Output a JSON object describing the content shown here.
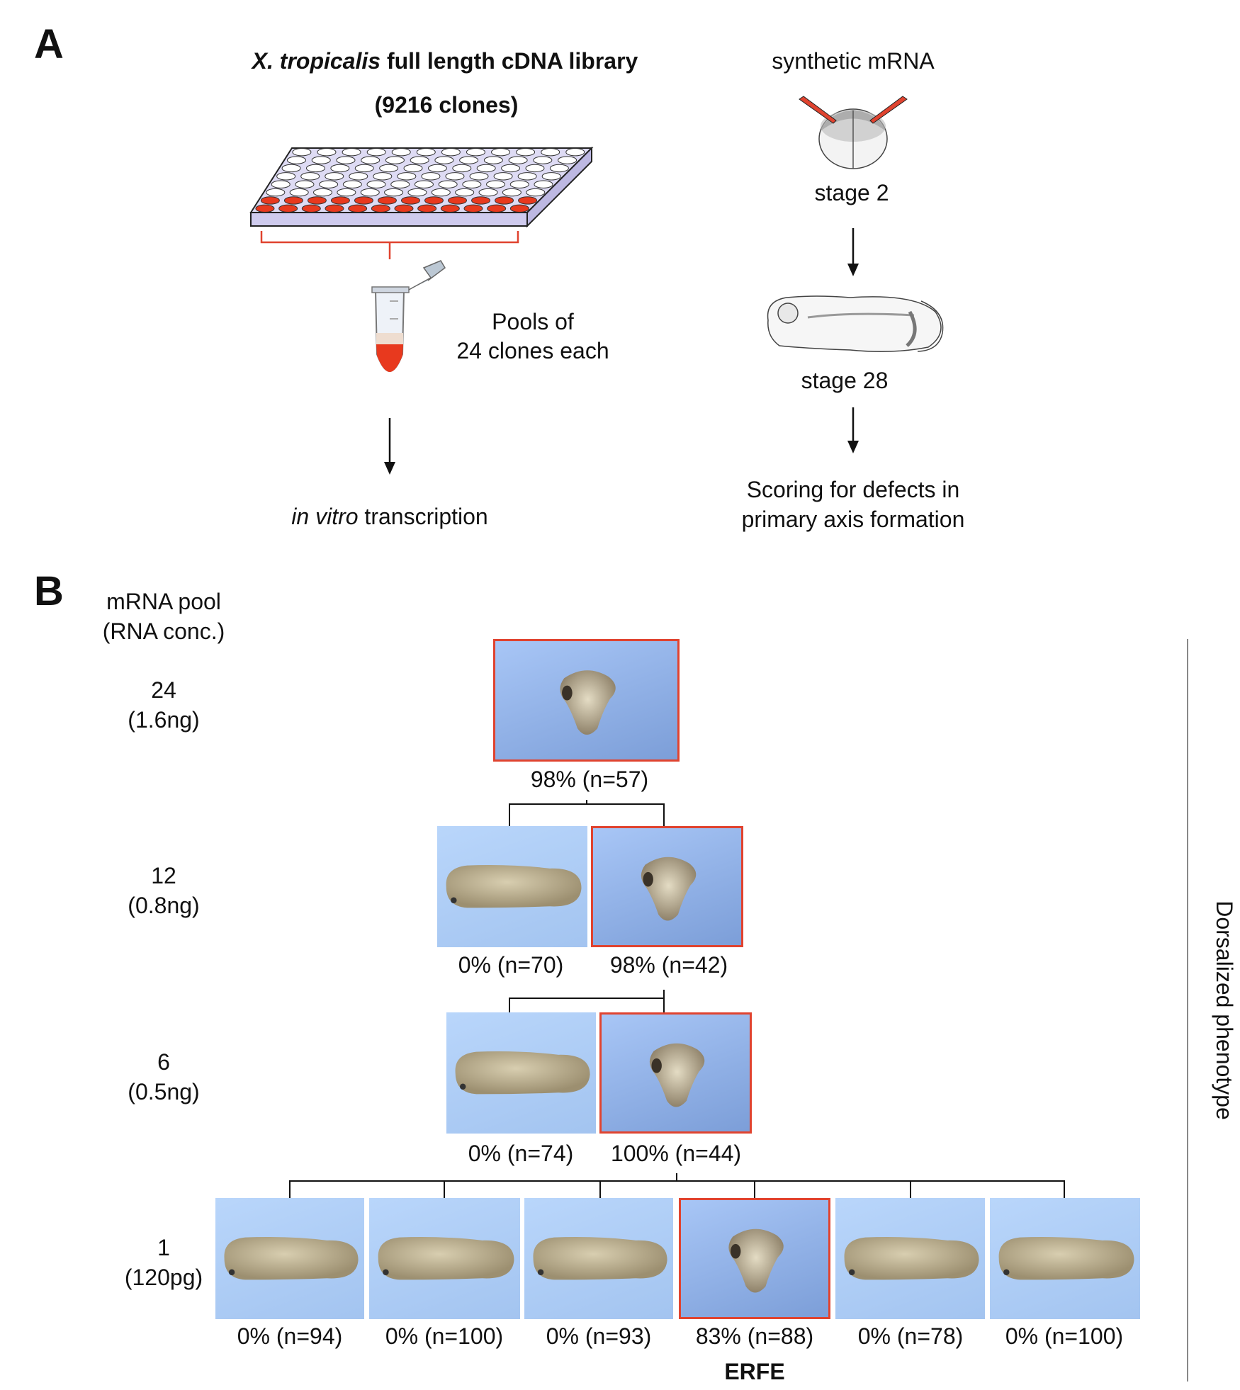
{
  "panel_a": {
    "label": "A",
    "library_title_italic": "X. tropicalis",
    "library_title_rest": " full length cDNA library",
    "clone_count": "(9216 clones)",
    "pools_line1": "Pools of",
    "pools_line2": "24 clones each",
    "transcription_italic": "in vitro",
    "transcription_rest": " transcription",
    "synthetic_mrna": "synthetic mRNA",
    "stage_early": "stage 2",
    "stage_late": "stage 28",
    "scoring_line1": "Scoring for defects in",
    "scoring_line2": "primary axis formation"
  },
  "panel_b": {
    "label": "B",
    "header_line1": "mRNA pool",
    "header_line2": "(RNA conc.)",
    "side_label": "Dorsalized phenotype",
    "gene_name": "ERFE",
    "rows": [
      {
        "pool": "24",
        "conc": "(1.6ng)",
        "images": [
          {
            "label": "98% (n=57)",
            "highlighted": true,
            "phenotype": "dorsalized"
          }
        ]
      },
      {
        "pool": "12",
        "conc": "(0.8ng)",
        "images": [
          {
            "label": "0% (n=70)",
            "highlighted": false,
            "phenotype": "normal"
          },
          {
            "label": "98% (n=42)",
            "highlighted": true,
            "phenotype": "dorsalized"
          }
        ]
      },
      {
        "pool": "6",
        "conc": "(0.5ng)",
        "images": [
          {
            "label": "0% (n=74)",
            "highlighted": false,
            "phenotype": "normal"
          },
          {
            "label": "100% (n=44)",
            "highlighted": true,
            "phenotype": "dorsalized"
          }
        ]
      },
      {
        "pool": "1",
        "conc": "(120pg)",
        "images": [
          {
            "label": "0% (n=94)",
            "highlighted": false,
            "phenotype": "normal"
          },
          {
            "label": "0% (n=100)",
            "highlighted": false,
            "phenotype": "normal"
          },
          {
            "label": "0% (n=93)",
            "highlighted": false,
            "phenotype": "normal"
          },
          {
            "label": "83% (n=88)",
            "highlighted": true,
            "phenotype": "dorsalized"
          },
          {
            "label": "0% (n=78)",
            "highlighted": false,
            "phenotype": "normal"
          },
          {
            "label": "0% (n=100)",
            "highlighted": false,
            "phenotype": "normal"
          }
        ]
      }
    ]
  },
  "colors": {
    "highlight": "#e0432f",
    "well_filled": "#e8391e",
    "plate": "#d9d6f2",
    "photo_bg": "#b3d0f8"
  }
}
